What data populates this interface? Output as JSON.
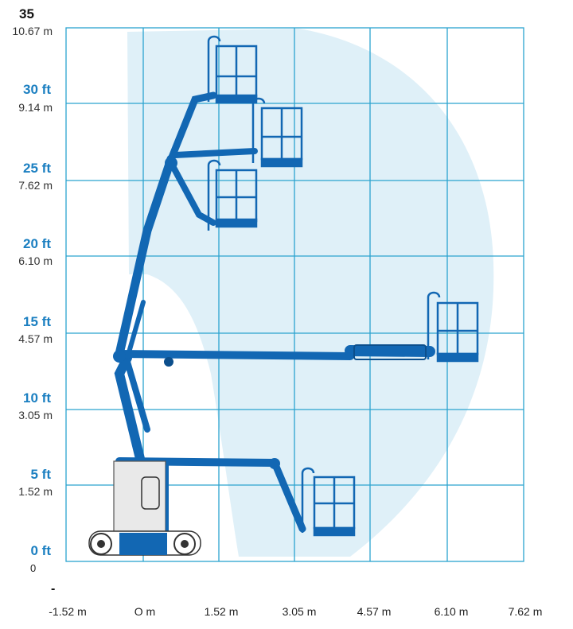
{
  "top_value": "35",
  "top_meter": "10.67 m",
  "zero_extra": "0",
  "dash": "-",
  "y_labels": [
    {
      "ft": "30 ft",
      "m": "9.14 m"
    },
    {
      "ft": "25 ft",
      "m": "7.62 m"
    },
    {
      "ft": "20 ft",
      "m": "6.10 m"
    },
    {
      "ft": "15 ft",
      "m": "4.57 m"
    },
    {
      "ft": "10 ft",
      "m": "3.05 m"
    },
    {
      "ft": "5 ft",
      "m": "1.52 m"
    },
    {
      "ft": "0 ft",
      "m": ""
    }
  ],
  "x_labels": [
    "-1.52 m",
    "O m",
    "1.52 m",
    "3.05 m",
    "4.57 m",
    "6.10 m",
    "7.62 m"
  ],
  "colors": {
    "grid": "#2ba3cf",
    "envelope": "#dff0f8",
    "boom": "#1267b3",
    "boom_dark": "#0c4f8c",
    "label_blue": "#1b7fc1",
    "chassis": "#e9e9e9"
  }
}
